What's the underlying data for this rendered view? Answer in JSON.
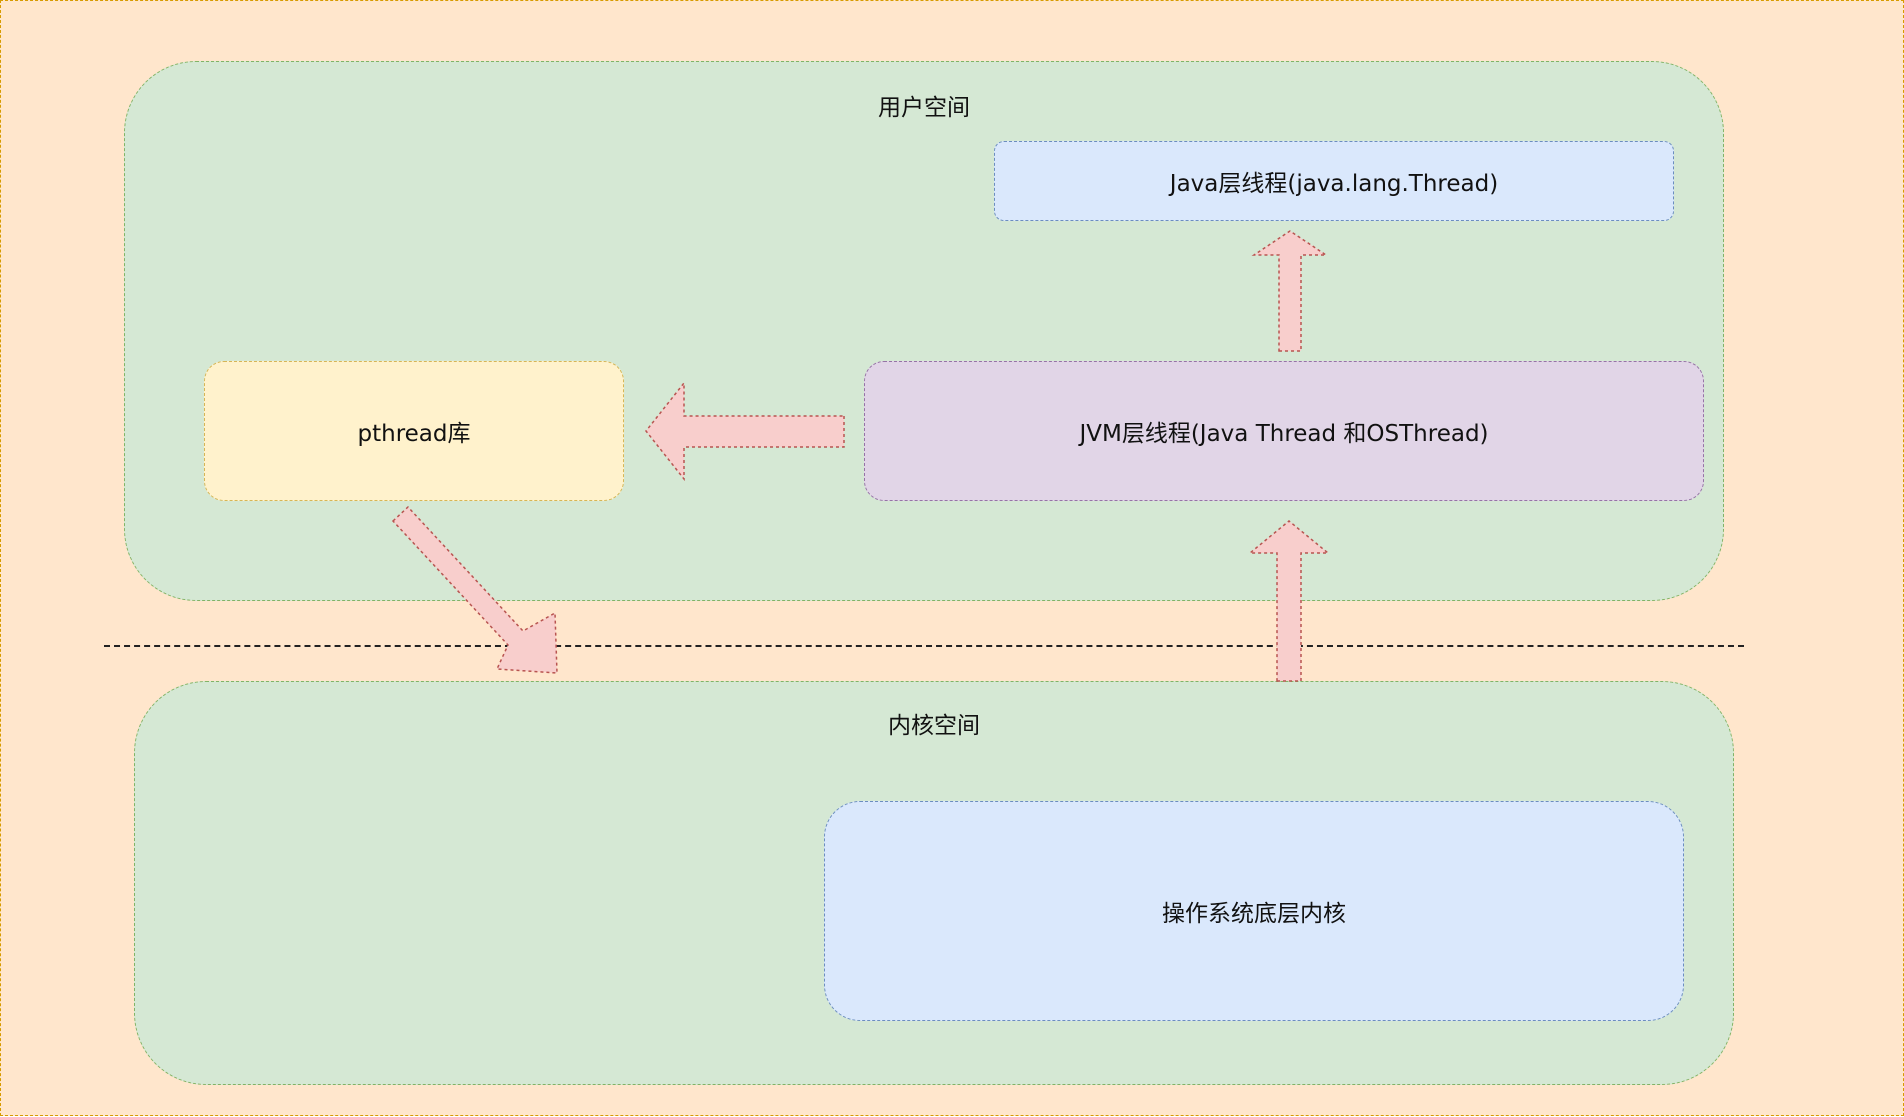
{
  "diagram": {
    "user_space": {
      "title": "用户空间"
    },
    "kernel_space": {
      "title": "内核空间"
    },
    "boxes": {
      "java_thread": {
        "label": "Java层线程(java.lang.Thread)"
      },
      "jvm_thread": {
        "label": "JVM层线程(Java Thread 和OSThread)"
      },
      "pthread": {
        "label": "pthread库"
      },
      "os_kernel": {
        "label": "操作系统底层内核"
      }
    }
  },
  "colors": {
    "background": "#ffe6cc",
    "region_fill": "#d5e8d4",
    "blue_box": "#dae8fc",
    "purple_box": "#e1d5e7",
    "yellow_box": "#fff2cc",
    "arrow_fill": "#f8cecc",
    "arrow_stroke": "#b85450"
  }
}
